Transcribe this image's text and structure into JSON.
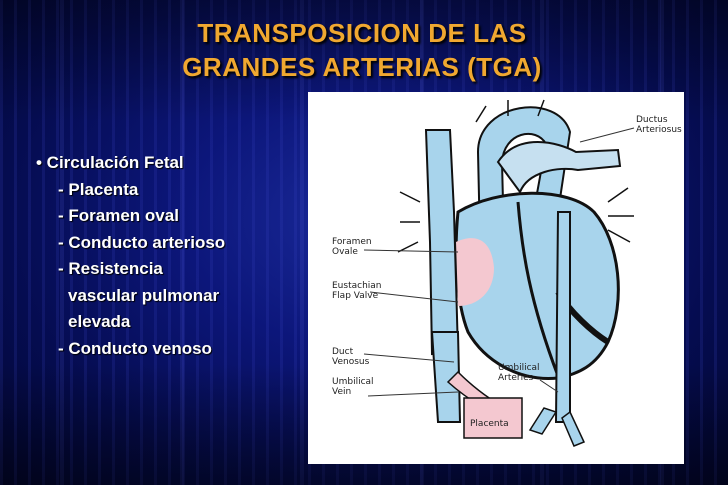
{
  "title": {
    "line1": "TRANSPOSICION DE LAS",
    "line2": "GRANDES ARTERIAS (TGA)"
  },
  "bullets": {
    "main": "• Circulación Fetal",
    "items": [
      "- Placenta",
      "- Foramen oval",
      "- Conducto arterioso",
      "- Resistencia",
      "vascular pulmonar",
      "elevada",
      "- Conducto venoso"
    ]
  },
  "diagram": {
    "labels": {
      "ductus_1": "Ductus",
      "ductus_2": "Arteriosus",
      "foramen_1": "Foramen",
      "foramen_2": "Ovale",
      "eustachian_1": "Eustachian",
      "eustachian_2": "Flap Valve",
      "duct_1": "Duct",
      "duct_2": "Venosus",
      "umb_vein_1": "Umbilical",
      "umb_vein_2": "Vein",
      "umb_art_1": "Umbilical",
      "umb_art_2": "Arteries",
      "placenta": "Placenta"
    }
  },
  "colors": {
    "title": "#f0a830",
    "text": "#ffffff",
    "vessel_blue": "#a8d4ec",
    "vessel_pink": "#f4c8d0",
    "outline": "#111111"
  }
}
